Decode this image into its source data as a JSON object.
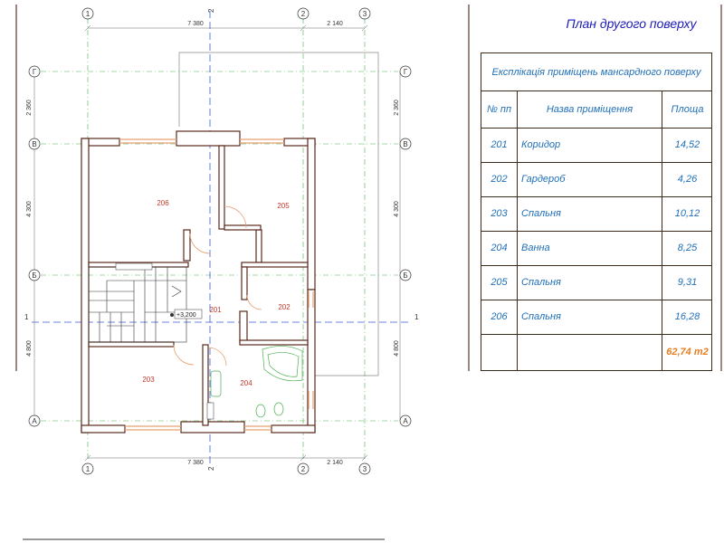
{
  "title": "План другого поверху",
  "explication": {
    "header": "Експлікація приміщень мансардного поверху",
    "columns": {
      "num": "№ пп",
      "name": "Назва приміщення",
      "area": "Площа"
    },
    "rooms": [
      {
        "num": "201",
        "name": "Коридор",
        "area": "14,52"
      },
      {
        "num": "202",
        "name": "Гардероб",
        "area": "4,26"
      },
      {
        "num": "203",
        "name": "Спальня",
        "area": "10,12"
      },
      {
        "num": "204",
        "name": "Ванна",
        "area": "8,25"
      },
      {
        "num": "205",
        "name": "Спальня",
        "area": "9,31"
      },
      {
        "num": "206",
        "name": "Спальня",
        "area": "16,28"
      }
    ],
    "total": "62,74 m2"
  },
  "plan": {
    "axes_vertical": [
      "1",
      "2",
      "2",
      "3"
    ],
    "axes_horizontal": [
      "Г",
      "В",
      "Б",
      "А"
    ],
    "section_marks": {
      "vertical": "2",
      "horizontal": "1"
    },
    "dims_top": [
      "7 380",
      "2 140"
    ],
    "dims_bottom": [
      "7 380",
      "2 140"
    ],
    "dims_left": [
      "2 360",
      "4 300",
      "4 800"
    ],
    "dims_right": [
      "2 360",
      "4 300",
      "4 800"
    ],
    "room_labels": [
      "206",
      "205",
      "201",
      "202",
      "203",
      "204"
    ],
    "level_mark": "+3,200"
  }
}
